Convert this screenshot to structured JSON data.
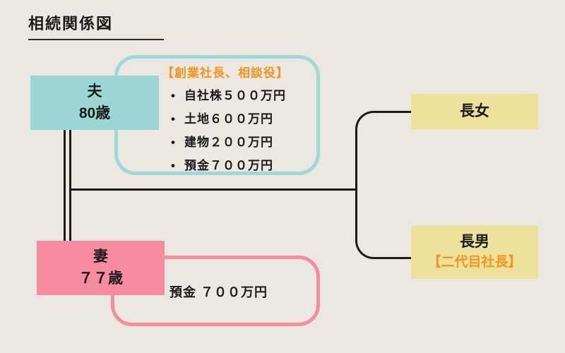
{
  "title": "相続関係図",
  "colors": {
    "background": "#EAE8E0",
    "teal_fill": "#9CD6D4",
    "teal_border": "#9ED8DA",
    "pink_fill": "#F78BA0",
    "pink_border": "#F78BA0",
    "yellow_fill": "#ECE29B",
    "orange_text": "#F7941E",
    "line_color": "#1A1A1A"
  },
  "husband": {
    "label": "夫",
    "age": "80歳"
  },
  "wife": {
    "label": "妻",
    "age": "７７歳"
  },
  "husband_assets": {
    "heading": "【創業社長、相談役】",
    "items": [
      "自社株５００万円",
      "土地６００万円",
      "建物２００万円",
      "預金７００万円"
    ]
  },
  "wife_assets": {
    "text": "預金 ７００万円"
  },
  "daughter": {
    "label": "長女"
  },
  "son": {
    "label": "長男",
    "title": "【二代目社長】"
  }
}
